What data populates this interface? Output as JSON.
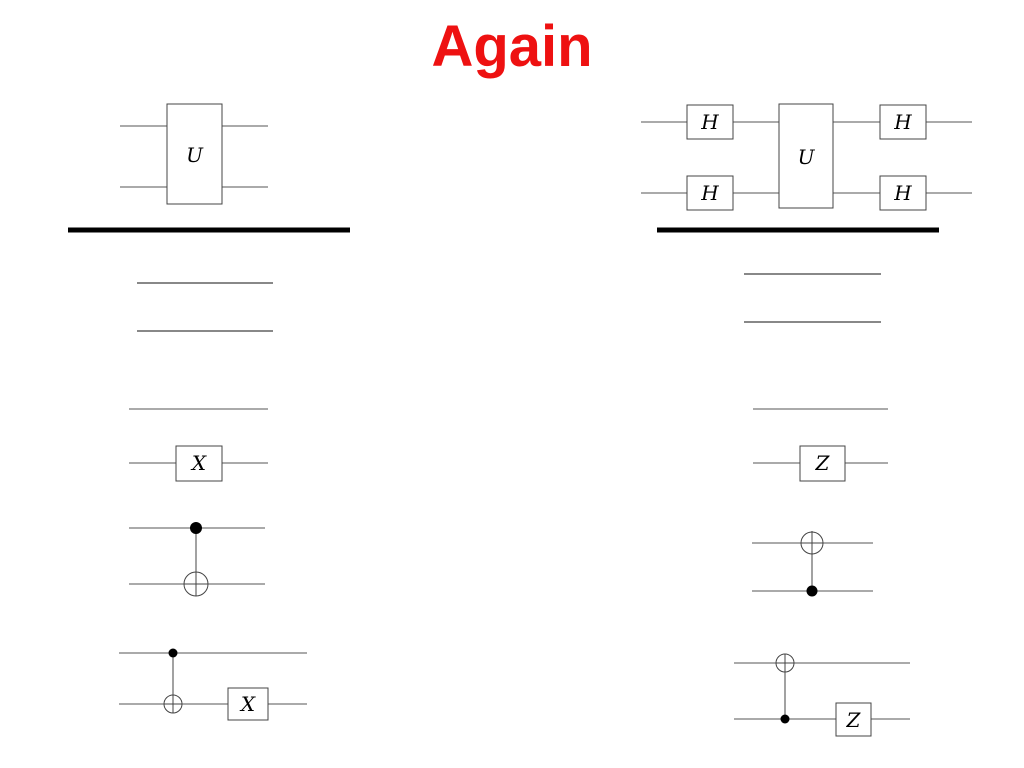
{
  "title": "Again",
  "colors": {
    "title": "#ee1111",
    "ink": "#000000",
    "wire": "#555555"
  },
  "left": {
    "top_circuit": {
      "gate": "U"
    },
    "x_gate": {
      "label": "X"
    },
    "bottom_gate": {
      "label": "X"
    }
  },
  "right": {
    "top_circuit": {
      "pre_gates": [
        "H",
        "H"
      ],
      "gate": "U",
      "post_gates": [
        "H",
        "H"
      ]
    },
    "z_gate": {
      "label": "Z"
    },
    "bottom_gate": {
      "label": "Z"
    }
  }
}
